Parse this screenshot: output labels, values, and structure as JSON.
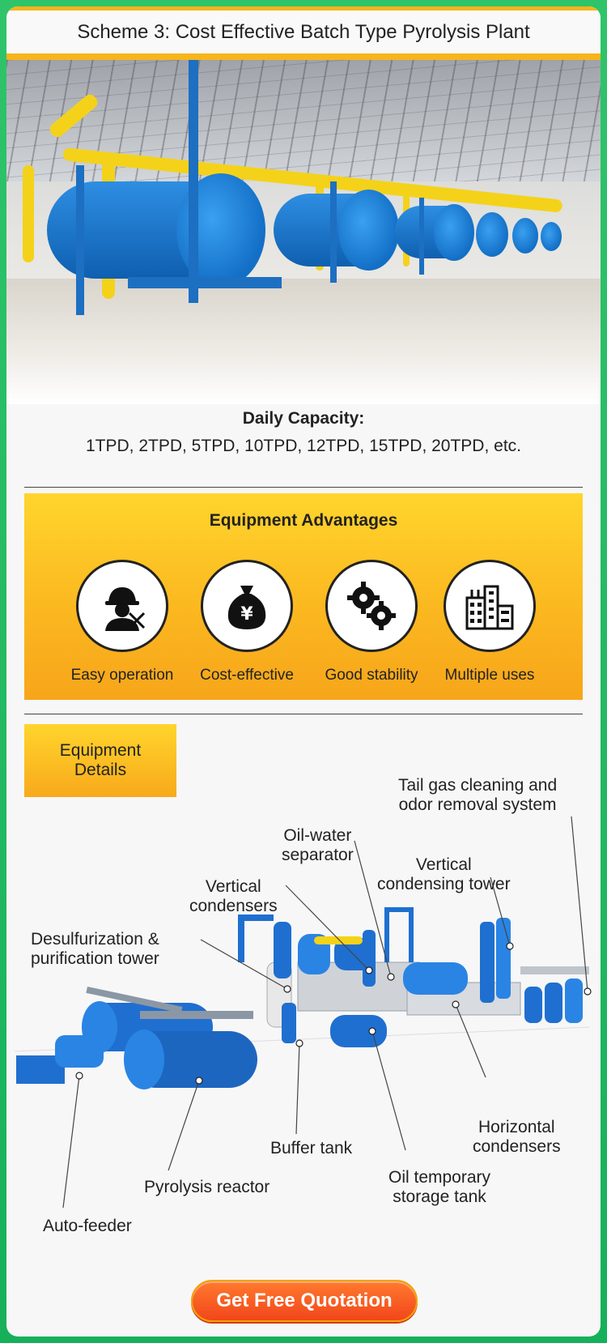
{
  "header": {
    "title": "Scheme 3: Cost Effective Batch Type Pyrolysis Plant"
  },
  "capacity": {
    "label": "Daily Capacity:",
    "values": "1TPD, 2TPD, 5TPD, 10TPD, 12TPD, 15TPD, 20TPD, etc."
  },
  "advantages": {
    "title": "Equipment Advantages",
    "items": [
      {
        "label": "Easy operation",
        "icon": "worker-tools-icon"
      },
      {
        "label": "Cost-effective",
        "icon": "money-bag-icon"
      },
      {
        "label": "Good stability",
        "icon": "gears-icon"
      },
      {
        "label": "Multiple uses",
        "icon": "factory-buildings-icon"
      }
    ]
  },
  "details": {
    "tag": "Equipment\nDetails",
    "callouts": {
      "tail_gas": "Tail gas cleaning and\nodor removal system",
      "oil_water": "Oil-water\nseparator",
      "vertical_tower": "Vertical\ncondensing tower",
      "vertical_condensers": "Vertical\ncondensers",
      "desulfurization": "Desulfurization &\npurification tower",
      "horizontal": "Horizontal\ncondensers",
      "buffer": "Buffer tank",
      "reactor": "Pyrolysis reactor",
      "oil_tank": "Oil temporary\nstorage tank",
      "feeder": "Auto-feeder"
    }
  },
  "cta": {
    "label": "Get Free Quotation"
  },
  "colors": {
    "accent_yellow": "#f7b51c",
    "frame_green": "#1fb861",
    "cta_orange": "#f2461b",
    "equipment_blue": "#1f6fd0"
  }
}
